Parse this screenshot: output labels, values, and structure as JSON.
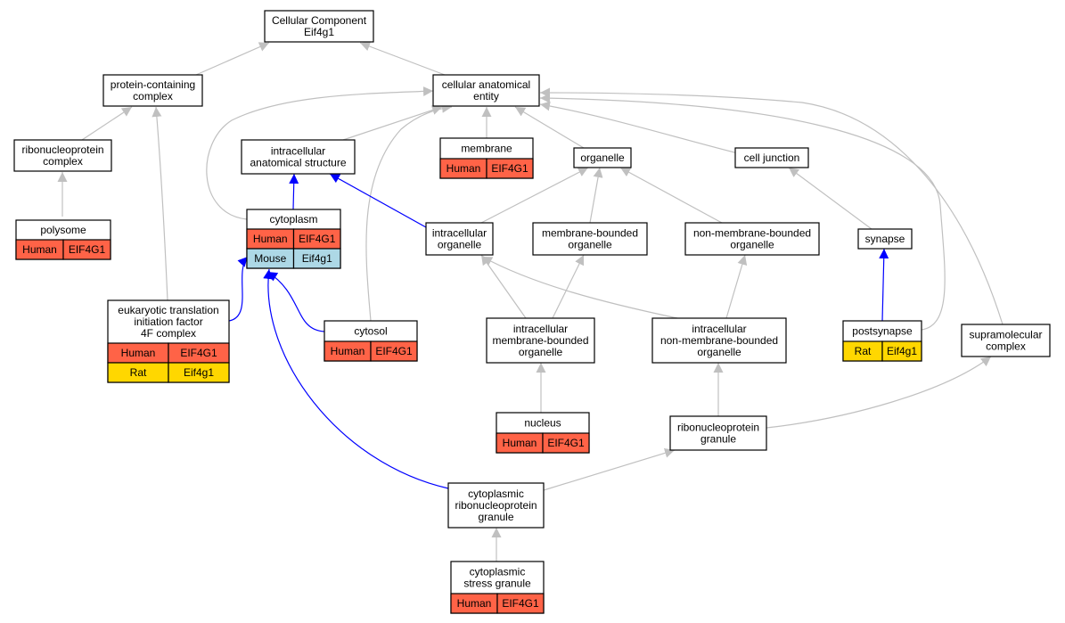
{
  "colors": {
    "human": "#ff6347",
    "rat": "#ffd700",
    "mouse": "#add8e6",
    "edge_grey": "#c0c0c0",
    "edge_blue": "#0000ff"
  },
  "nodes": [
    {
      "id": "cellular-component",
      "lines": [
        "Cellular Component",
        "Eif4g1"
      ],
      "cells": []
    },
    {
      "id": "protein-containing-complex",
      "lines": [
        "protein-containing",
        "complex"
      ],
      "cells": []
    },
    {
      "id": "cellular-anatomical-entity",
      "lines": [
        "cellular anatomical",
        "entity"
      ],
      "cells": []
    },
    {
      "id": "ribonucleoprotein-complex",
      "lines": [
        "ribonucleoprotein",
        "complex"
      ],
      "cells": []
    },
    {
      "id": "intracellular-anatomical-structure",
      "lines": [
        "intracellular",
        "anatomical structure"
      ],
      "cells": []
    },
    {
      "id": "membrane",
      "lines": [
        "membrane"
      ],
      "cells": [
        [
          "Human",
          "EIF4G1"
        ]
      ]
    },
    {
      "id": "organelle",
      "lines": [
        "organelle"
      ],
      "cells": []
    },
    {
      "id": "cell-junction",
      "lines": [
        "cell junction"
      ],
      "cells": []
    },
    {
      "id": "polysome",
      "lines": [
        "polysome"
      ],
      "cells": [
        [
          "Human",
          "EIF4G1"
        ]
      ]
    },
    {
      "id": "cytoplasm",
      "lines": [
        "cytoplasm"
      ],
      "cells": [
        [
          "Human",
          "EIF4G1"
        ],
        [
          "Mouse",
          "Eif4g1"
        ]
      ]
    },
    {
      "id": "intracellular-organelle",
      "lines": [
        "intracellular",
        "organelle"
      ],
      "cells": []
    },
    {
      "id": "membrane-bounded-organelle",
      "lines": [
        "membrane-bounded",
        "organelle"
      ],
      "cells": []
    },
    {
      "id": "non-membrane-bounded-organelle",
      "lines": [
        "non-membrane-bounded",
        "organelle"
      ],
      "cells": []
    },
    {
      "id": "synapse",
      "lines": [
        "synapse"
      ],
      "cells": []
    },
    {
      "id": "eif4f-complex",
      "lines": [
        "eukaryotic translation",
        "initiation factor",
        "4F complex"
      ],
      "cells": [
        [
          "Human",
          "EIF4G1"
        ],
        [
          "Rat",
          "Eif4g1"
        ]
      ]
    },
    {
      "id": "cytosol",
      "lines": [
        "cytosol"
      ],
      "cells": [
        [
          "Human",
          "EIF4G1"
        ]
      ]
    },
    {
      "id": "intracellular-membrane-bounded-organelle",
      "lines": [
        "intracellular",
        "membrane-bounded",
        "organelle"
      ],
      "cells": []
    },
    {
      "id": "intracellular-non-membrane-bounded-organelle",
      "lines": [
        "intracellular",
        "non-membrane-bounded",
        "organelle"
      ],
      "cells": []
    },
    {
      "id": "postsynapse",
      "lines": [
        "postsynapse"
      ],
      "cells": [
        [
          "Rat",
          "Eif4g1"
        ]
      ]
    },
    {
      "id": "supramolecular-complex",
      "lines": [
        "supramolecular",
        "complex"
      ],
      "cells": []
    },
    {
      "id": "nucleus",
      "lines": [
        "nucleus"
      ],
      "cells": [
        [
          "Human",
          "EIF4G1"
        ]
      ]
    },
    {
      "id": "ribonucleoprotein-granule",
      "lines": [
        "ribonucleoprotein",
        "granule"
      ],
      "cells": []
    },
    {
      "id": "cytoplasmic-ribonucleoprotein-granule",
      "lines": [
        "cytoplasmic",
        "ribonucleoprotein",
        "granule"
      ],
      "cells": []
    },
    {
      "id": "cytoplasmic-stress-granule",
      "lines": [
        "cytoplasmic",
        "stress granule"
      ],
      "cells": [
        [
          "Human",
          "EIF4G1"
        ]
      ]
    }
  ],
  "edges": [
    {
      "from": "protein-containing-complex",
      "to": "cellular-component",
      "color": "grey"
    },
    {
      "from": "cellular-anatomical-entity",
      "to": "cellular-component",
      "color": "grey"
    },
    {
      "from": "ribonucleoprotein-complex",
      "to": "protein-containing-complex",
      "color": "grey"
    },
    {
      "from": "eif4f-complex",
      "to": "protein-containing-complex",
      "color": "grey"
    },
    {
      "from": "polysome",
      "to": "ribonucleoprotein-complex",
      "color": "grey"
    },
    {
      "from": "intracellular-anatomical-structure",
      "to": "cellular-anatomical-entity",
      "color": "grey"
    },
    {
      "from": "membrane",
      "to": "cellular-anatomical-entity",
      "color": "grey"
    },
    {
      "from": "organelle",
      "to": "cellular-anatomical-entity",
      "color": "grey"
    },
    {
      "from": "cell-junction",
      "to": "cellular-anatomical-entity",
      "color": "grey"
    },
    {
      "from": "cytoplasm",
      "to": "cellular-anatomical-entity",
      "color": "grey"
    },
    {
      "from": "cytosol",
      "to": "cellular-anatomical-entity",
      "color": "grey"
    },
    {
      "from": "postsynapse",
      "to": "cellular-anatomical-entity",
      "color": "grey"
    },
    {
      "from": "supramolecular-complex",
      "to": "cellular-anatomical-entity",
      "color": "grey"
    },
    {
      "from": "cytoplasm",
      "to": "intracellular-anatomical-structure",
      "color": "blue"
    },
    {
      "from": "intracellular-organelle",
      "to": "intracellular-anatomical-structure",
      "color": "blue"
    },
    {
      "from": "intracellular-organelle",
      "to": "organelle",
      "color": "grey"
    },
    {
      "from": "membrane-bounded-organelle",
      "to": "organelle",
      "color": "grey"
    },
    {
      "from": "non-membrane-bounded-organelle",
      "to": "organelle",
      "color": "grey"
    },
    {
      "from": "synapse",
      "to": "cell-junction",
      "color": "grey"
    },
    {
      "from": "eif4f-complex",
      "to": "cytoplasm",
      "color": "blue"
    },
    {
      "from": "cytosol",
      "to": "cytoplasm",
      "color": "blue"
    },
    {
      "from": "cytoplasmic-ribonucleoprotein-granule",
      "to": "cytoplasm",
      "color": "blue"
    },
    {
      "from": "intracellular-membrane-bounded-organelle",
      "to": "intracellular-organelle",
      "color": "grey"
    },
    {
      "from": "intracellular-non-membrane-bounded-organelle",
      "to": "intracellular-organelle",
      "color": "grey"
    },
    {
      "from": "intracellular-membrane-bounded-organelle",
      "to": "membrane-bounded-organelle",
      "color": "grey"
    },
    {
      "from": "intracellular-non-membrane-bounded-organelle",
      "to": "non-membrane-bounded-organelle",
      "color": "grey"
    },
    {
      "from": "postsynapse",
      "to": "synapse",
      "color": "blue"
    },
    {
      "from": "nucleus",
      "to": "intracellular-membrane-bounded-organelle",
      "color": "grey"
    },
    {
      "from": "ribonucleoprotein-granule",
      "to": "intracellular-non-membrane-bounded-organelle",
      "color": "grey"
    },
    {
      "from": "ribonucleoprotein-granule",
      "to": "supramolecular-complex",
      "color": "grey"
    },
    {
      "from": "cytoplasmic-ribonucleoprotein-granule",
      "to": "ribonucleoprotein-granule",
      "color": "grey"
    },
    {
      "from": "cytoplasmic-stress-granule",
      "to": "cytoplasmic-ribonucleoprotein-granule",
      "color": "grey"
    }
  ]
}
